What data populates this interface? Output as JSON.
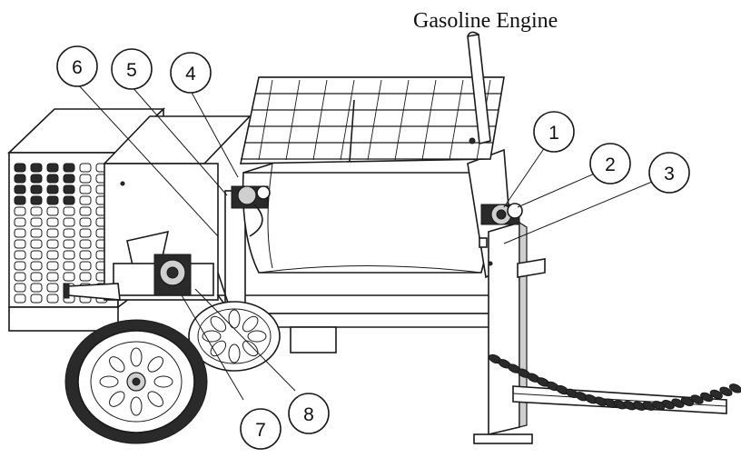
{
  "title": "Gasoline Engine",
  "callouts": [
    {
      "id": "1",
      "label": "1"
    },
    {
      "id": "2",
      "label": "2"
    },
    {
      "id": "3",
      "label": "3"
    },
    {
      "id": "4",
      "label": "4"
    },
    {
      "id": "5",
      "label": "5"
    },
    {
      "id": "6",
      "label": "6"
    },
    {
      "id": "7",
      "label": "7"
    },
    {
      "id": "8",
      "label": "8"
    }
  ]
}
